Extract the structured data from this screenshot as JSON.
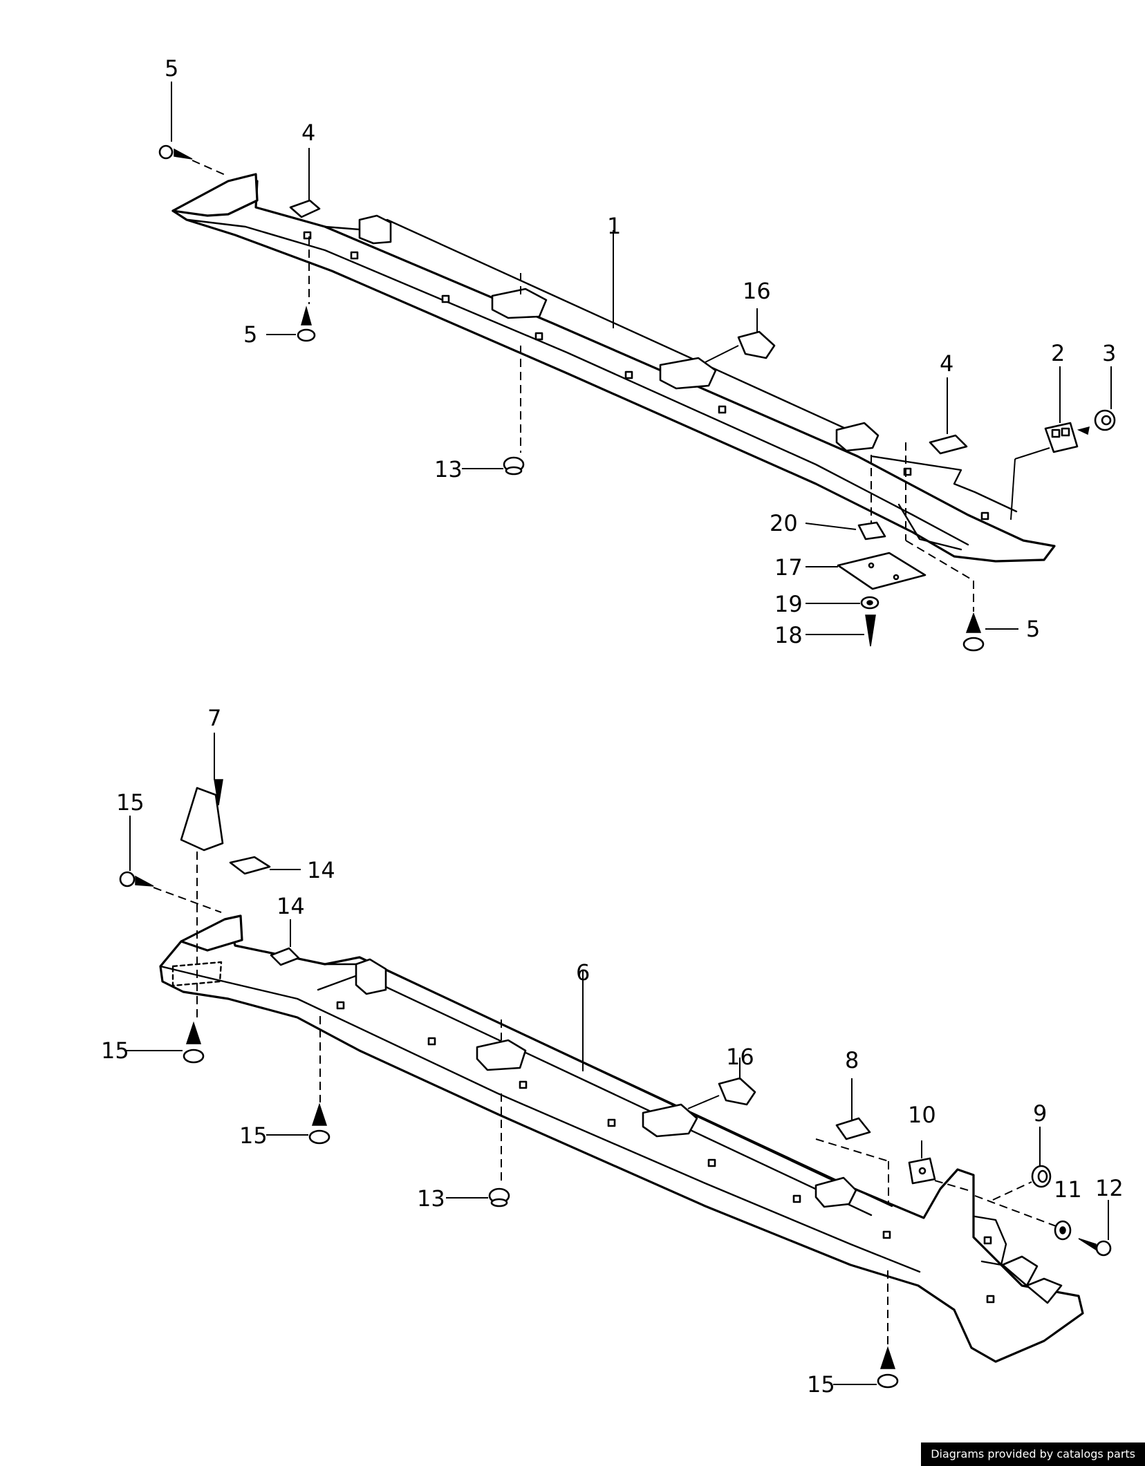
{
  "callouts": [
    {
      "id": "c1",
      "text": "1"
    },
    {
      "id": "c2",
      "text": "2"
    },
    {
      "id": "c3",
      "text": "3"
    },
    {
      "id": "c4a",
      "text": "4"
    },
    {
      "id": "c4b",
      "text": "4"
    },
    {
      "id": "c5a",
      "text": "5"
    },
    {
      "id": "c5b",
      "text": "5"
    },
    {
      "id": "c5c",
      "text": "5"
    },
    {
      "id": "c13a",
      "text": "13"
    },
    {
      "id": "c16a",
      "text": "16"
    },
    {
      "id": "c17",
      "text": "17"
    },
    {
      "id": "c18",
      "text": "18"
    },
    {
      "id": "c19",
      "text": "19"
    },
    {
      "id": "c20",
      "text": "20"
    },
    {
      "id": "c6",
      "text": "6"
    },
    {
      "id": "c7",
      "text": "7"
    },
    {
      "id": "c8",
      "text": "8"
    },
    {
      "id": "c9",
      "text": "9"
    },
    {
      "id": "c10",
      "text": "10"
    },
    {
      "id": "c11",
      "text": "11"
    },
    {
      "id": "c12",
      "text": "12"
    },
    {
      "id": "c13b",
      "text": "13"
    },
    {
      "id": "c14a",
      "text": "14"
    },
    {
      "id": "c14b",
      "text": "14"
    },
    {
      "id": "c15a",
      "text": "15"
    },
    {
      "id": "c15b",
      "text": "15"
    },
    {
      "id": "c15c",
      "text": "15"
    },
    {
      "id": "c15d",
      "text": "15"
    },
    {
      "id": "c16b",
      "text": "16"
    }
  ],
  "credit": "Diagrams provided by catalogs parts"
}
